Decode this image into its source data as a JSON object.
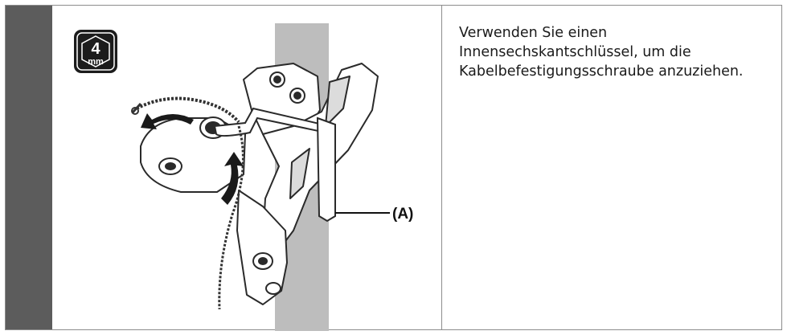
{
  "tool_badge": {
    "size": "4",
    "unit": "mm"
  },
  "callout": {
    "label": "(A)"
  },
  "instruction": "Verwenden Sie einen Innensechskantschlüssel, um die Kabelbefestigungsschraube anzuziehen."
}
